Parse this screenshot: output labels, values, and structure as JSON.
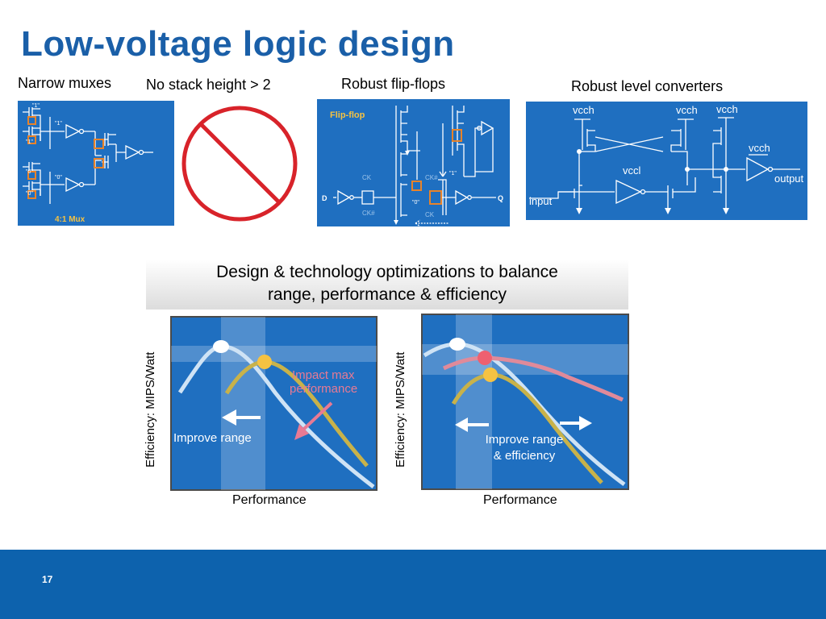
{
  "slide": {
    "title": "Low-voltage logic design",
    "page_number": "17"
  },
  "captions": {
    "narrow_muxes": "Narrow muxes",
    "no_stack": "No stack height > 2",
    "robust_ff": "Robust flip-flops",
    "robust_lc": "Robust level converters"
  },
  "mux_panel": {
    "label": "4:1 Mux",
    "input_labels": [
      "\"1\"",
      "\"1\"",
      "\"0\"",
      "\"0\""
    ],
    "node_labels": [
      "\"1\"",
      "\"0\""
    ]
  },
  "ff_panel": {
    "title": "Flip-flop",
    "d_label": "D",
    "q_label": "Q",
    "ck_top_left": "CK",
    "ck_top_right": "CK#",
    "ck_bottom_left": "CK#",
    "ck_bottom_right": "CK",
    "node_one": "\"1\"",
    "node_zero": "\"0\""
  },
  "lc_panel": {
    "vcch_1": "vcch",
    "vcch_2": "vcch",
    "vcch_3": "vcch",
    "vcch_4": "vcch",
    "vccl": "vccl",
    "input": "input",
    "output": "output"
  },
  "banner": {
    "line1": "Design & technology optimizations to balance",
    "line2": "range, performance & efficiency"
  },
  "chart_left": {
    "ylabel": "Efficiency: MIPS/Watt",
    "xlabel": "Performance",
    "annotation_impact": [
      "Impact max",
      "performance"
    ],
    "annotation_range": "Improve range"
  },
  "chart_right": {
    "ylabel": "Efficiency: MIPS/Watt",
    "xlabel": "Performance",
    "annotation_range": [
      "Improve range",
      "& efficiency"
    ]
  },
  "colors": {
    "title": "#1a5fa8",
    "panel": "#1f6fc0",
    "footer": "#0d62ad",
    "curve_white": "#cfe3f5",
    "curve_yellow": "#c8b24a",
    "curve_pink": "#e08a9a",
    "orange_node": "#e8832a",
    "no_sign": "#d8232a"
  }
}
